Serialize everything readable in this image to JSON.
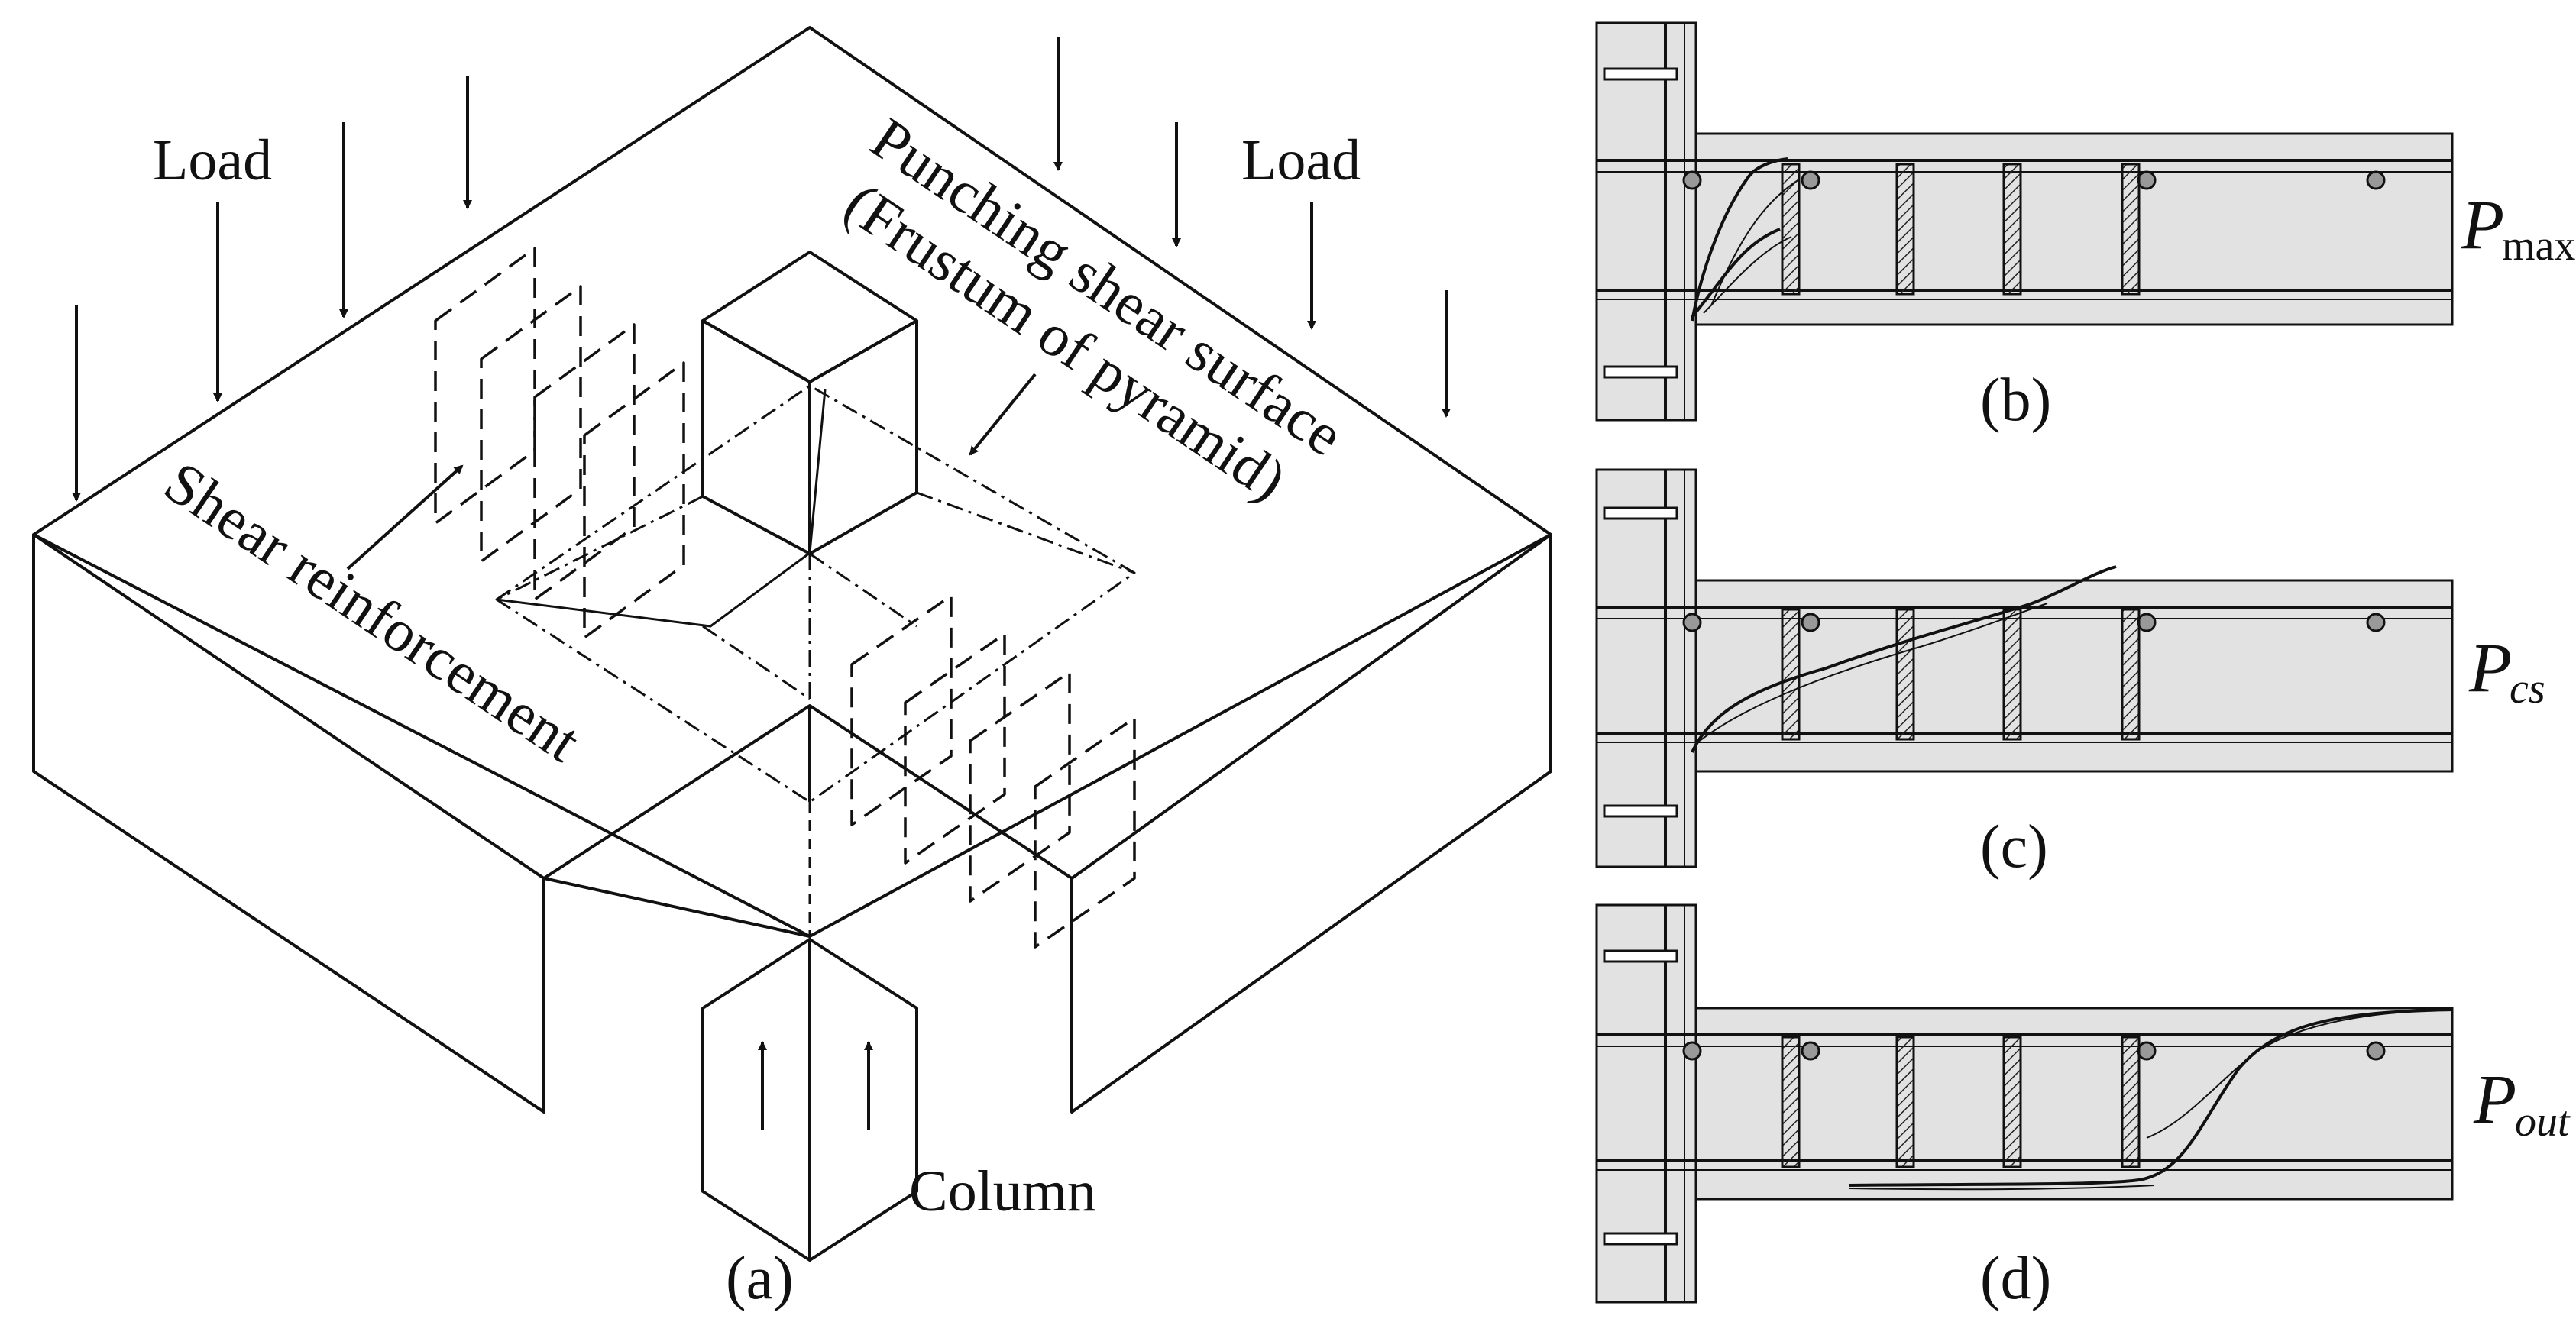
{
  "figure_a": {
    "load_left": "Load",
    "load_right": "Load",
    "punching_line1": "Punching shear surface",
    "punching_line2": "(Frustum of pyramid)",
    "shear_reinforcement": "Shear reinforcement",
    "column": "Column",
    "caption": "(a)"
  },
  "figure_b": {
    "caption": "(b)",
    "p_symbol": "P",
    "p_subscript": "max"
  },
  "figure_c": {
    "caption": "(c)",
    "p_symbol": "P",
    "p_subscript": "cs"
  },
  "figure_d": {
    "caption": "(d)",
    "p_symbol": "P",
    "p_subscript": "out"
  }
}
